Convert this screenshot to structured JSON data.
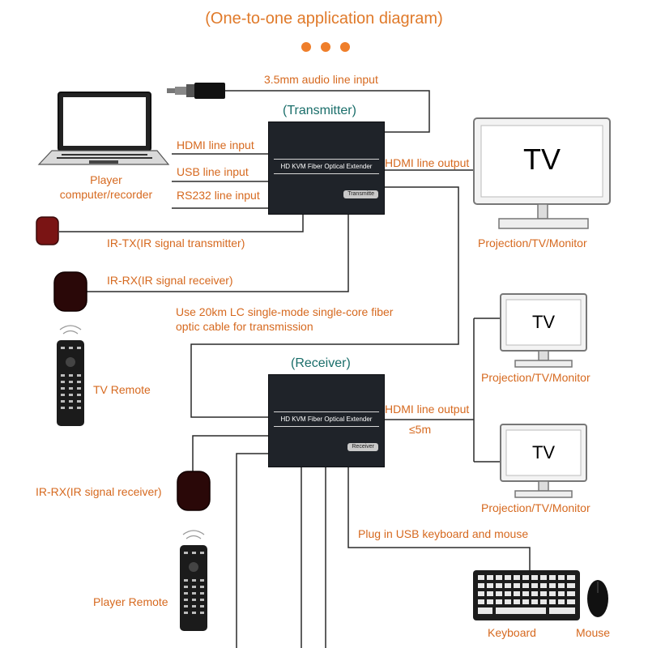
{
  "title": "(One-to-one application diagram)",
  "accent_color": "#ef7e2a",
  "transmitter": {
    "heading": "(Transmitter)",
    "device_name": "HD KVM Fiber Optical Extender",
    "badge": "Transmitte"
  },
  "receiver": {
    "heading": "(Receiver)",
    "device_name": "HD KVM Fiber Optical Extender",
    "badge": "Receiver"
  },
  "labels": {
    "audio_input": "3.5mm audio line input",
    "hdmi_input": "HDMI line input",
    "usb_input": "USB line input",
    "rs232_input": "RS232 line input",
    "player_line1": "Player",
    "player_line2": "computer/recorder",
    "hdmi_output_tx": "HDMI line output",
    "ir_tx": "IR-TX(IR signal transmitter)",
    "ir_rx_top": "IR-RX(IR signal receiver)",
    "fiber_line1": "Use 20km LC single-mode single-core fiber",
    "fiber_line2": "optic cable for transmission",
    "tv_remote": "TV Remote",
    "hdmi_output_rx": "HDMI line output",
    "distance": "≤5m",
    "ir_rx_bottom": "IR-RX(IR signal receiver)",
    "player_remote": "Player Remote",
    "usb_plug": "Plug in USB keyboard and mouse",
    "keyboard": "Keyboard",
    "mouse": "Mouse"
  },
  "displays": [
    {
      "screen_text": "TV",
      "caption": "Projection/TV/Monitor"
    },
    {
      "screen_text": "TV",
      "caption": "Projection/TV/Monitor"
    },
    {
      "screen_text": "TV",
      "caption": "Projection/TV/Monitor"
    }
  ]
}
